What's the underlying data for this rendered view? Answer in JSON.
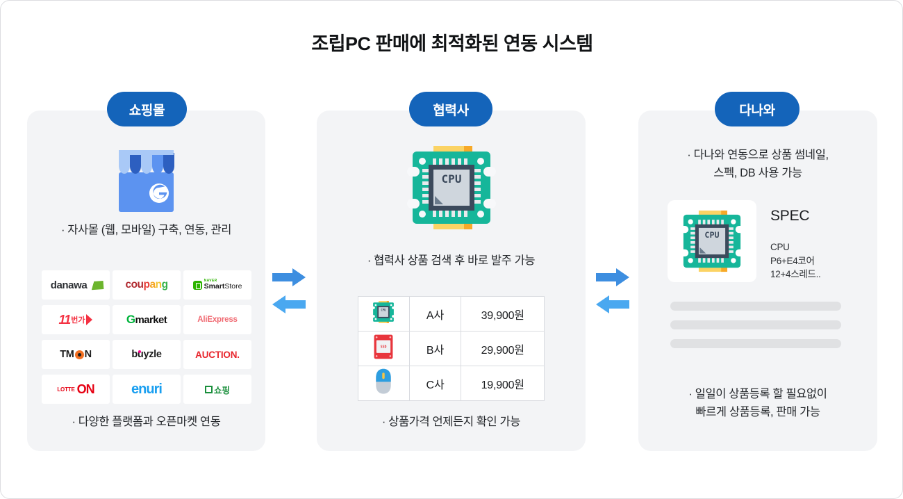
{
  "page": {
    "title": "조립PC 판매에 최적화된 연동 시스템",
    "accent_color": "#1464ba",
    "panel_bg": "#f3f4f6",
    "arrow_right_color": "#3d8ee0",
    "arrow_left_color": "#4aa8f0"
  },
  "columns": {
    "shop": {
      "pill_label": "쇼핑몰",
      "icon": "storefront-icon",
      "top_text": "· 자사몰 (웹, 모바일) 구축, 연동, 관리",
      "bottom_text": "· 다양한 플랫폼과 오픈마켓 연동",
      "logos": [
        {
          "id": "danawa",
          "name": "danawa"
        },
        {
          "id": "coupang",
          "name": "coupang"
        },
        {
          "id": "smartstore",
          "name": "NAVER SmartStore",
          "sub": "NAVER",
          "main": "Smart",
          "main2": "Store"
        },
        {
          "id": "11st",
          "name": "11번가",
          "num": "11",
          "kr": "번가"
        },
        {
          "id": "gmarket",
          "name": "Gmarket",
          "g": "G",
          "rest": "market"
        },
        {
          "id": "aliexpress",
          "name": "AliExpress"
        },
        {
          "id": "tmon",
          "name": "TMON",
          "pre": "TM",
          "post": "N"
        },
        {
          "id": "buyzle",
          "name": "buyzle"
        },
        {
          "id": "auction",
          "name": "AUCTION."
        },
        {
          "id": "lotteon",
          "name": "LOTTE ON",
          "pre": "LOTTE",
          "post": "ON"
        },
        {
          "id": "enuri",
          "name": "enuri"
        },
        {
          "id": "gsshop",
          "name": "쇼핑"
        }
      ]
    },
    "partner": {
      "pill_label": "협력사",
      "icon": "cpu-chip-icon",
      "top_text": "· 협력사 상품 검색 후 바로 발주 가능",
      "bottom_text": "· 상품가격 언제든지 확인 가능",
      "table_rows": [
        {
          "icon": "cpu-chip-icon",
          "company": "A사",
          "price": "39,900원"
        },
        {
          "icon": "ssd-drive-icon",
          "company": "B사",
          "price": "29,900원"
        },
        {
          "icon": "computer-mouse-icon",
          "company": "C사",
          "price": "19,900원"
        }
      ]
    },
    "danawa": {
      "pill_label": "다나와",
      "top_text": "· 다나와 연동으로 상품 썸네일,\n스펙, DB 사용 가능",
      "spec_title": "SPEC",
      "spec_icon": "cpu-chip-icon",
      "spec_lines": "CPU\nP6+E4코어\n12+4스레드..",
      "skeleton_bar_count": 3,
      "bottom_text": "· 일일이 상품등록 할 필요없이\n빠르게 상품등록, 판매 가능"
    }
  }
}
